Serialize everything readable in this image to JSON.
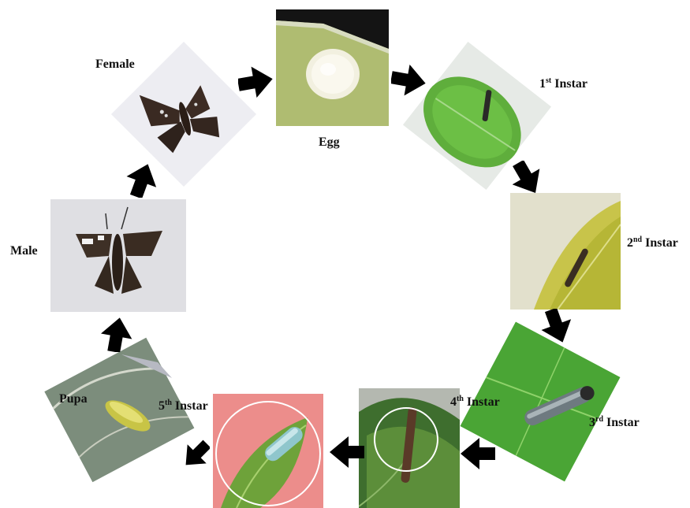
{
  "stages": {
    "female": {
      "label": "Female"
    },
    "egg": {
      "label": "Egg"
    },
    "instar1": {
      "num": "1",
      "sup": "st",
      "word": " Instar"
    },
    "instar2": {
      "num": "2",
      "sup": "nd",
      "word": " Instar"
    },
    "instar3": {
      "num": "3",
      "sup": "rd",
      "word": " Instar"
    },
    "instar4": {
      "num": "4",
      "sup": "th",
      "word": " Instar"
    },
    "instar5": {
      "num": "5",
      "sup": "th",
      "word": " Instar"
    },
    "pupa": {
      "label": "Pupa"
    },
    "male": {
      "label": "Male"
    }
  },
  "colors": {
    "arrow": "#000000",
    "label": "#111111",
    "highlight_circle": "#ffffff"
  }
}
